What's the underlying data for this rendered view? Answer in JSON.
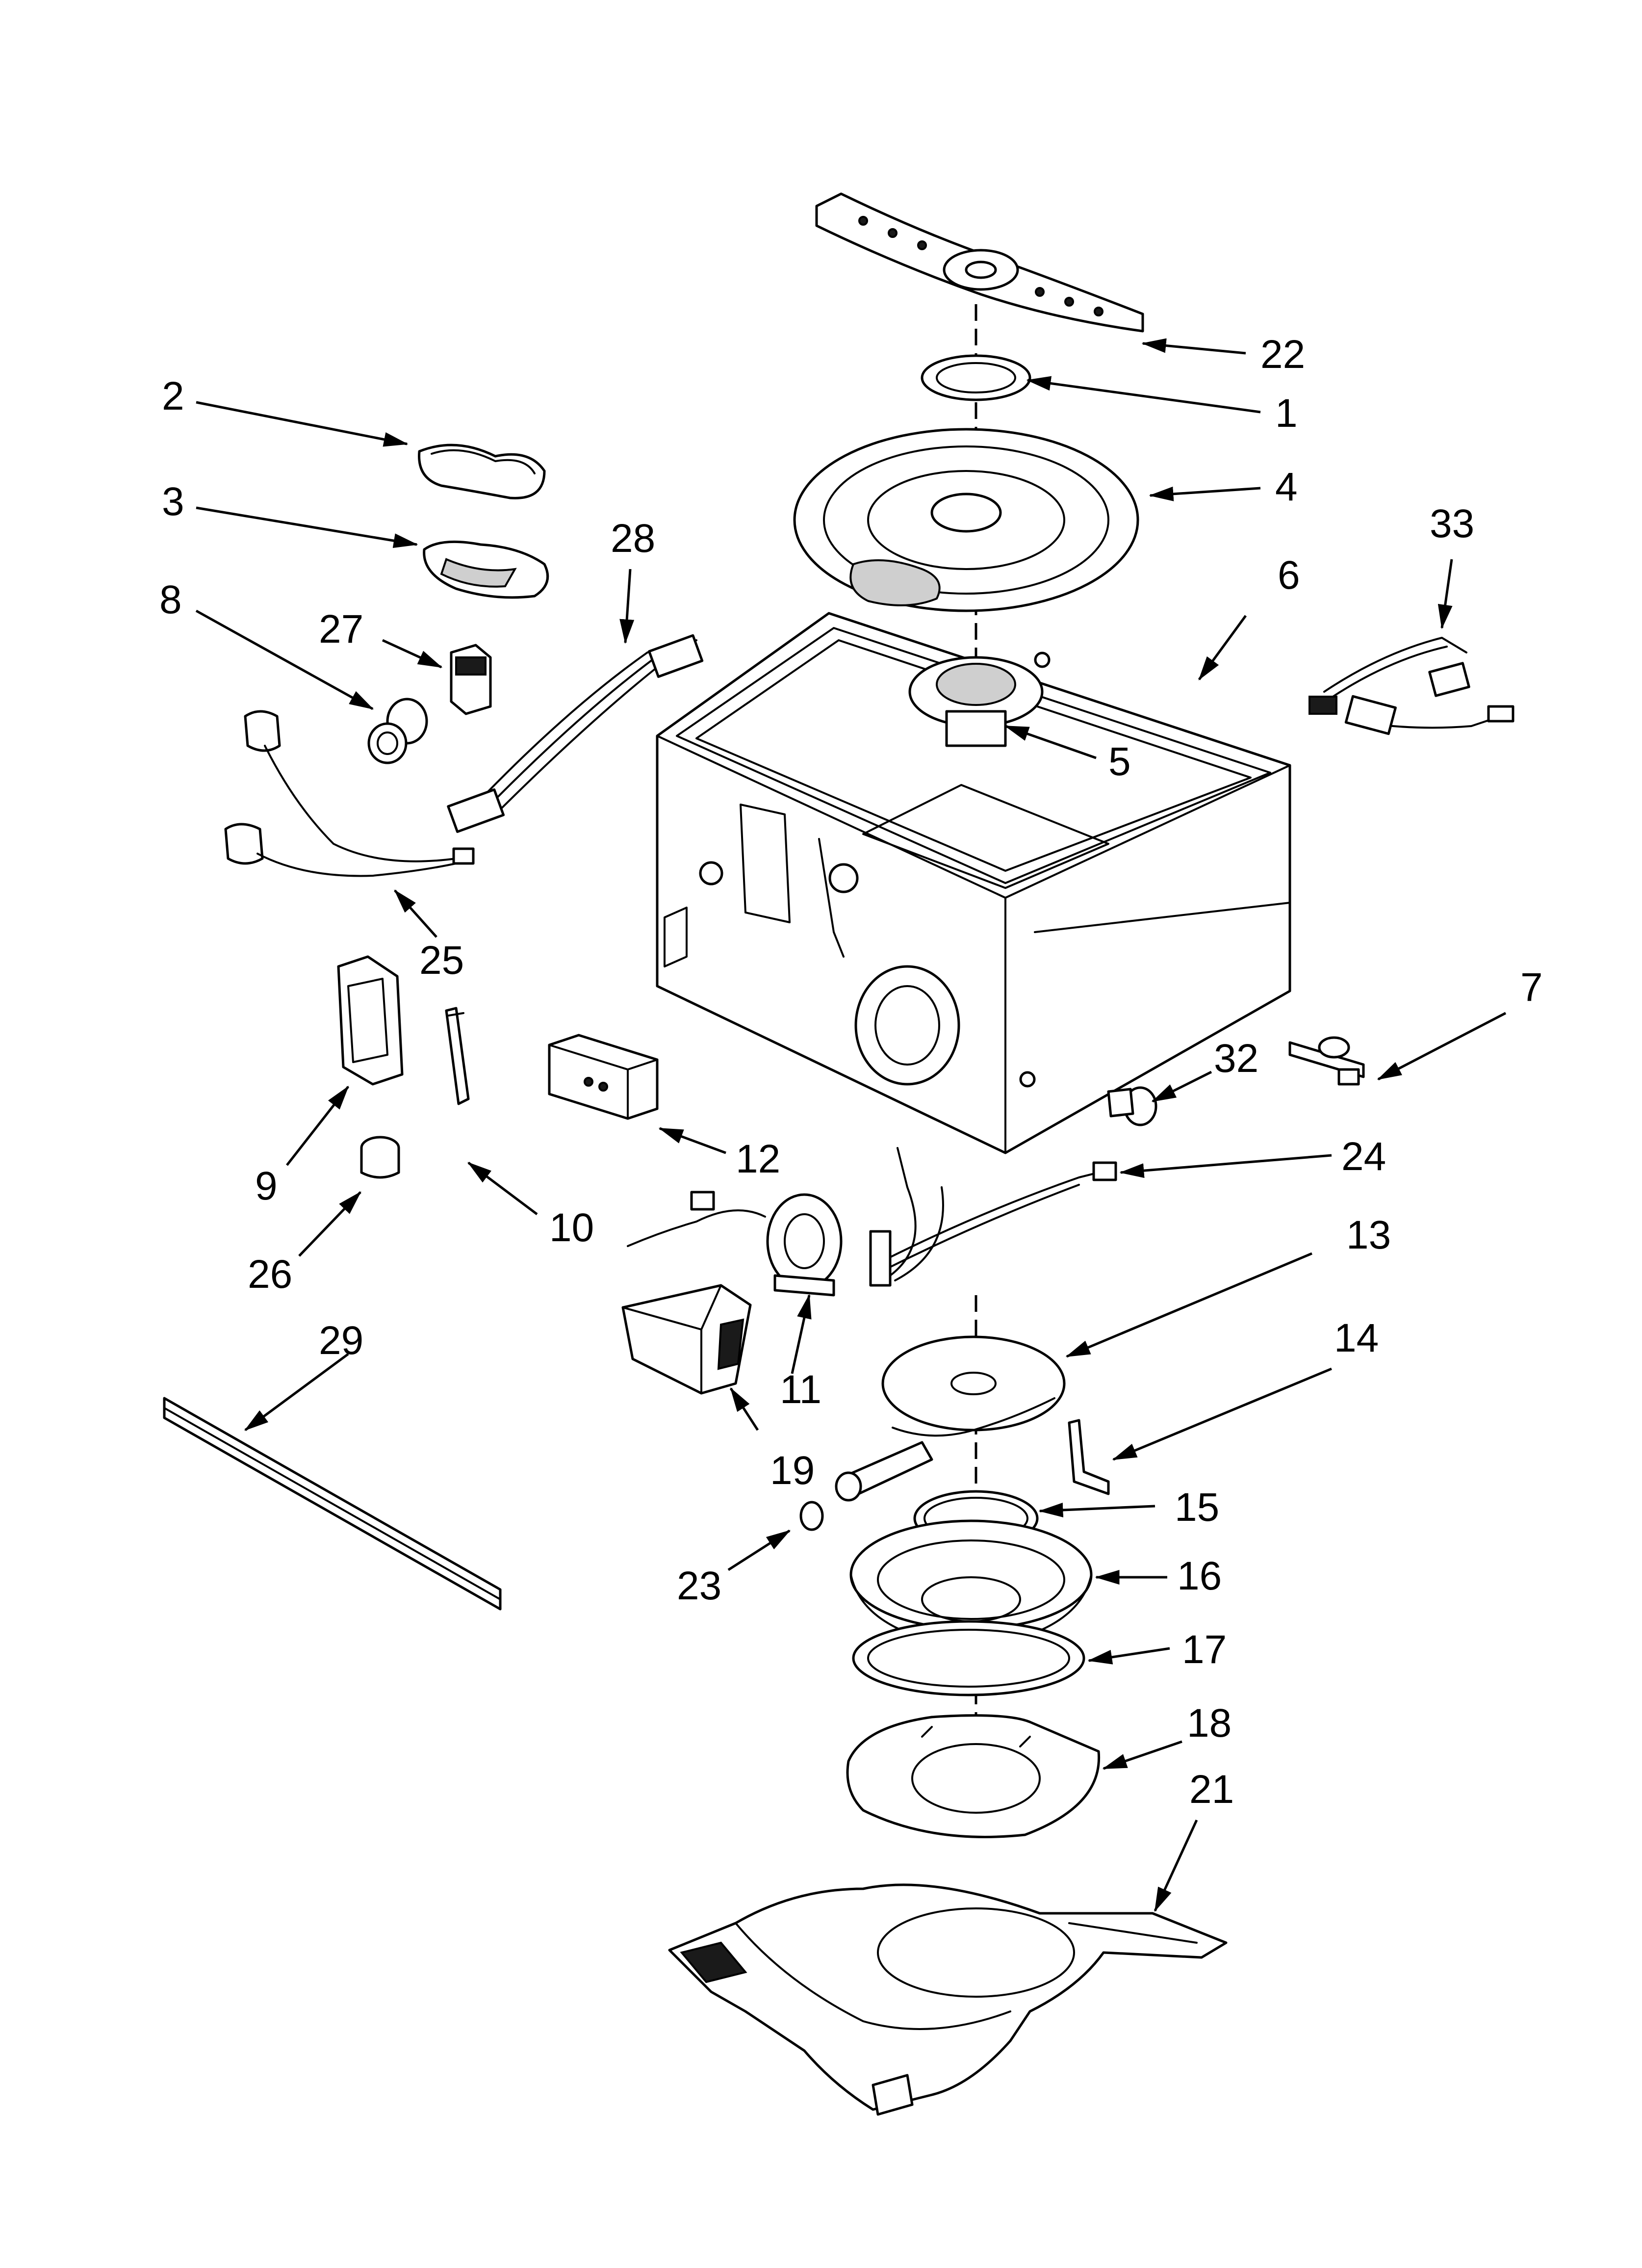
{
  "callouts": [
    {
      "id": "c22",
      "text": "22"
    },
    {
      "id": "c1",
      "text": "1"
    },
    {
      "id": "c2",
      "text": "2"
    },
    {
      "id": "c3",
      "text": "3"
    },
    {
      "id": "c4",
      "text": "4"
    },
    {
      "id": "c33",
      "text": "33"
    },
    {
      "id": "c28",
      "text": "28"
    },
    {
      "id": "c8",
      "text": "8"
    },
    {
      "id": "c6",
      "text": "6"
    },
    {
      "id": "c27",
      "text": "27"
    },
    {
      "id": "c5",
      "text": "5"
    },
    {
      "id": "c25",
      "text": "25"
    },
    {
      "id": "c7",
      "text": "7"
    },
    {
      "id": "c32",
      "text": "32"
    },
    {
      "id": "c12",
      "text": "12"
    },
    {
      "id": "c9",
      "text": "9"
    },
    {
      "id": "c24",
      "text": "24"
    },
    {
      "id": "c10",
      "text": "10"
    },
    {
      "id": "c13",
      "text": "13"
    },
    {
      "id": "c26",
      "text": "26"
    },
    {
      "id": "c11",
      "text": "11"
    },
    {
      "id": "c14",
      "text": "14"
    },
    {
      "id": "c29",
      "text": "29"
    },
    {
      "id": "c19",
      "text": "19"
    },
    {
      "id": "c15",
      "text": "15"
    },
    {
      "id": "c23",
      "text": "23"
    },
    {
      "id": "c16",
      "text": "16"
    },
    {
      "id": "c17",
      "text": "17"
    },
    {
      "id": "c18",
      "text": "18"
    },
    {
      "id": "c21",
      "text": "21"
    }
  ]
}
